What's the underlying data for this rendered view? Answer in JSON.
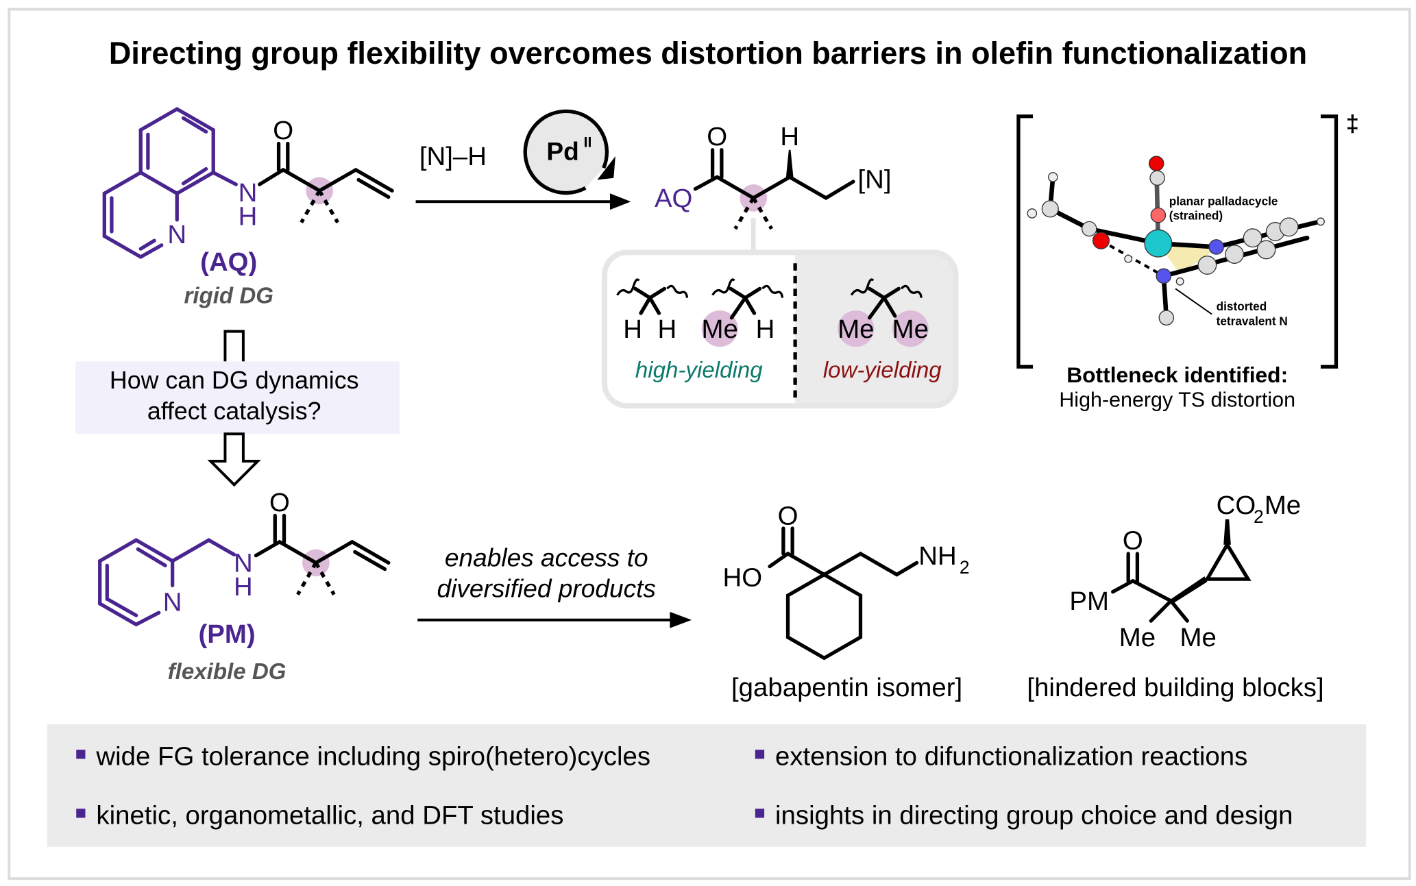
{
  "title": "Directing group flexibility overcomes distortion barriers in olefin functionalization",
  "colors": {
    "purple": "#4a2590",
    "teal": "#0b7a6a",
    "darkred": "#8b1010",
    "pink": "#dcbcd8",
    "panel": "#ebebeb"
  },
  "aq": {
    "label": "(AQ)",
    "sublabel": "rigid DG",
    "atoms": {
      "O": "O",
      "N": "N",
      "H": "H",
      "ringN": "N"
    }
  },
  "reaction1": {
    "reagent": "[N]–H",
    "catalyst": "Pd",
    "catalyst_sup": "II"
  },
  "product": {
    "dg": "AQ",
    "O": "O",
    "H": "H",
    "amine": "[N]"
  },
  "scope": {
    "high": {
      "groups": [
        [
          "H",
          "H"
        ],
        [
          "Me",
          "H"
        ]
      ],
      "label": "high-yielding"
    },
    "low": {
      "groups": [
        [
          "Me",
          "Me"
        ]
      ],
      "label": "low-yielding"
    }
  },
  "ts": {
    "symbol": "‡",
    "annotation1": [
      "planar palladacycle",
      "(strained)"
    ],
    "annotation2": [
      "distorted",
      "tetravalent N"
    ],
    "caption_bold": "Bottleneck identified:",
    "caption": "High-energy TS distortion"
  },
  "question": [
    "How can DG dynamics",
    "affect catalysis?"
  ],
  "pm": {
    "label": "(PM)",
    "sublabel": "flexible DG",
    "atoms": {
      "O": "O",
      "N": "N",
      "H": "H",
      "ringN": "N"
    }
  },
  "reaction2": {
    "text": [
      "enables access to",
      "diversified products"
    ]
  },
  "gabapentin": {
    "HO": "HO",
    "O": "O",
    "NH2": "NH",
    "NH2_sub": "2",
    "caption": "[gabapentin isomer]"
  },
  "hindered": {
    "PM": "PM",
    "O": "O",
    "Me1": "Me",
    "Me2": "Me",
    "ester": "CO",
    "ester_sub": "2",
    "ester_end": "Me",
    "caption": "[hindered building blocks]"
  },
  "bullets": [
    "wide FG tolerance including spiro(hetero)cycles",
    "extension to difunctionalization reactions",
    "kinetic, organometallic, and DFT studies",
    "insights in directing group choice and design"
  ]
}
